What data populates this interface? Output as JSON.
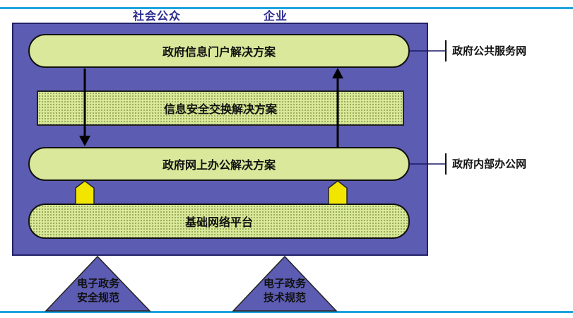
{
  "header_labels": {
    "public": "社会公众",
    "enterprise": "企业"
  },
  "layers": {
    "portal": "政府信息门户解决方案",
    "security_exchange": "信息安全交换解决方案",
    "office": "政府网上办公解决方案",
    "network": "基础网络平台"
  },
  "side_labels": {
    "public_service_net": "政府公共服务网",
    "internal_office_net": "政府内部办公网"
  },
  "foundations": {
    "security_spec": {
      "line1": "电子政务",
      "line2": "安全规范"
    },
    "tech_spec": {
      "line1": "电子政务",
      "line2": "技术规范"
    }
  },
  "colors": {
    "panel": "#5c5cb3",
    "layer_fill": "#d9e89a",
    "support_arrow": "#f2e600",
    "rule": "#1fa3de",
    "triangle": "#5c5cb3"
  }
}
